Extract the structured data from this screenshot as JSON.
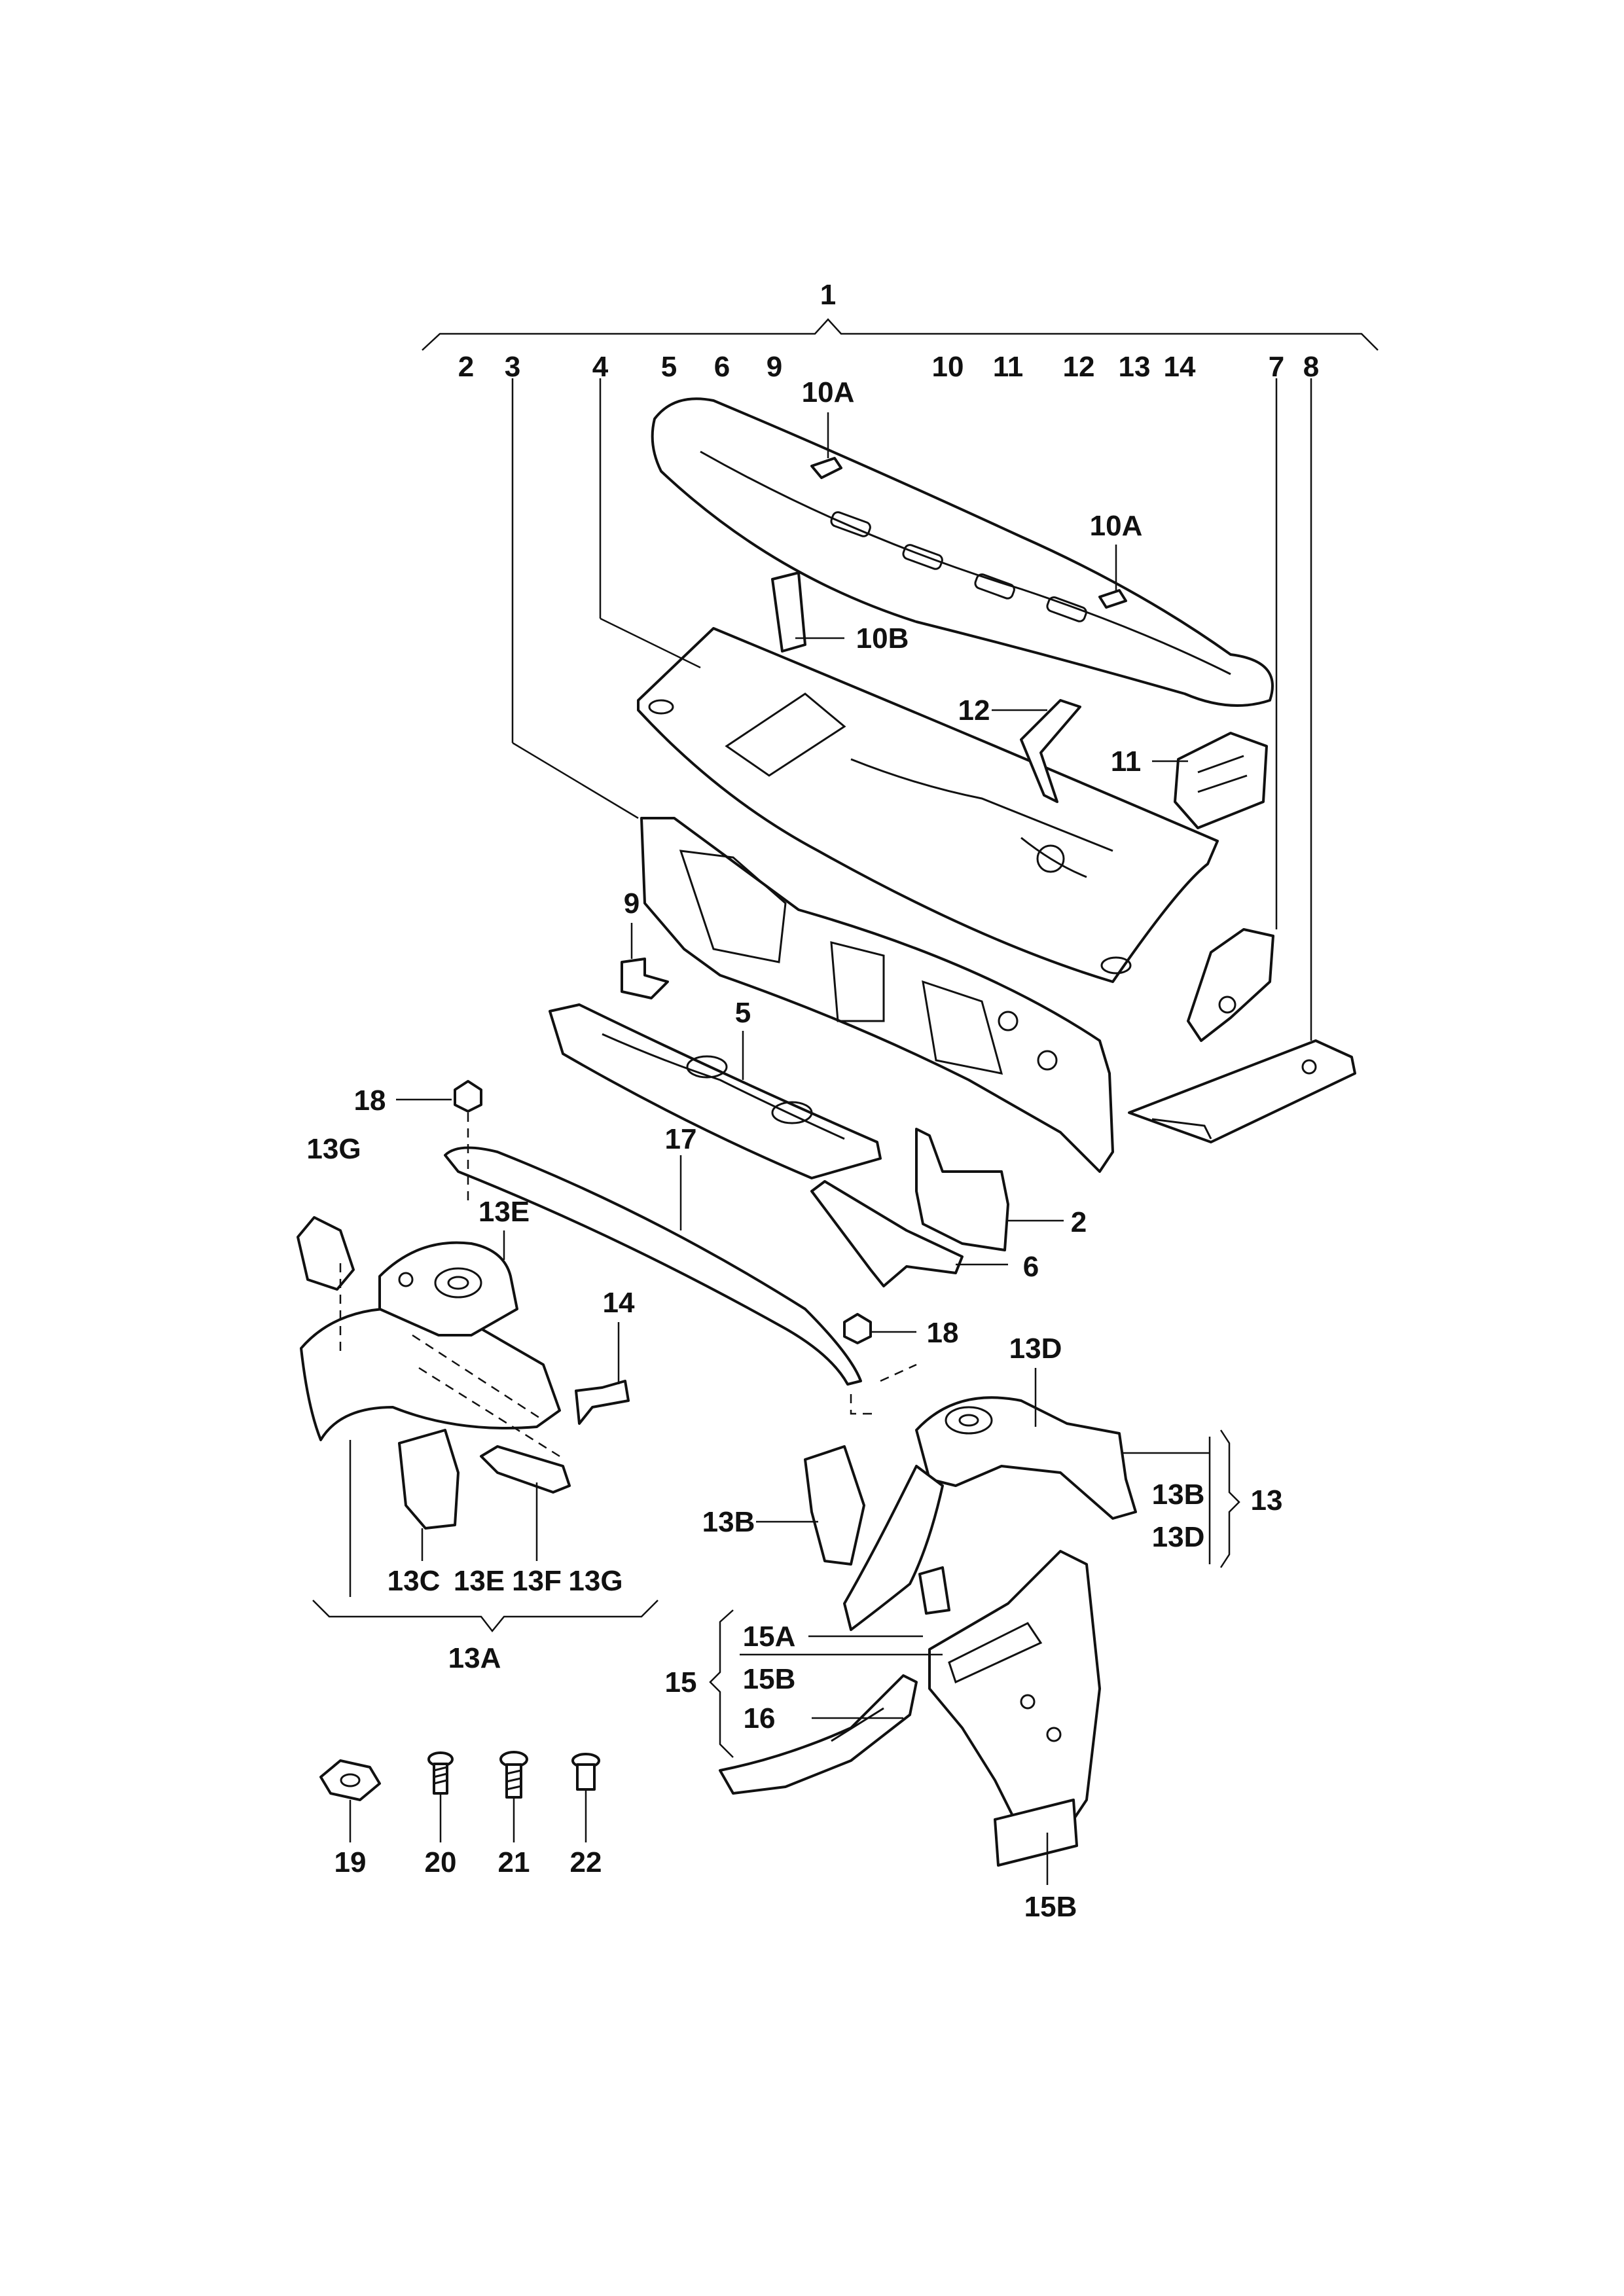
{
  "callouts": {
    "c1": "1",
    "c2_top": "2",
    "c3_top": "3",
    "c4_top": "4",
    "c5_top": "5",
    "c6_top": "6",
    "c9_top": "9",
    "c10_top": "10",
    "c11_top": "11",
    "c12_top": "12",
    "c13_top": "13",
    "c14_top": "14",
    "c7_top": "7",
    "c8_top": "8",
    "c10a_a": "10A",
    "c10a_b": "10A",
    "c10b": "10B",
    "c12": "12",
    "c11": "11",
    "c9": "9",
    "c5": "5",
    "c18_a": "18",
    "c18_b": "18",
    "c17": "17",
    "c13g": "13G",
    "c13e": "13E",
    "c14": "14",
    "c2": "2",
    "c6": "6",
    "c13d": "13D",
    "c13b_r": "13B",
    "c13d_r": "13D",
    "c13": "13",
    "c13b": "13B",
    "c13c": "13C",
    "c13e_b": "13E",
    "c13f": "13F",
    "c13g_b": "13G",
    "c13a": "13A",
    "c15a": "15A",
    "c15b_a": "15B",
    "c15": "15",
    "c16": "16",
    "c15b_b": "15B",
    "c19": "19",
    "c20": "20",
    "c21": "21",
    "c22": "22"
  }
}
